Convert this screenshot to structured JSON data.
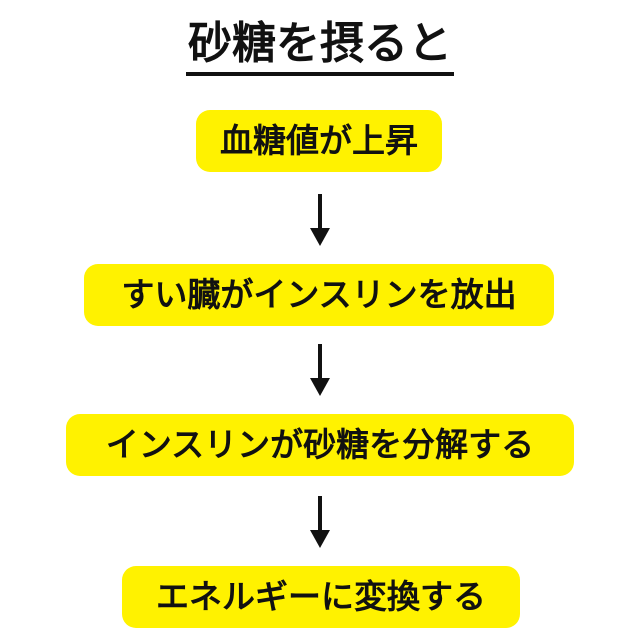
{
  "title": "砂糖を摂ると",
  "steps": [
    {
      "label": "血糖値が上昇"
    },
    {
      "label": "すい臓がインスリンを放出"
    },
    {
      "label": "インスリンが砂糖を分解する"
    },
    {
      "label": "エネルギーに変換する"
    }
  ],
  "colors": {
    "box_fill": "#fff200",
    "text": "#111111",
    "arrow": "#111111",
    "background": "#ffffff"
  }
}
